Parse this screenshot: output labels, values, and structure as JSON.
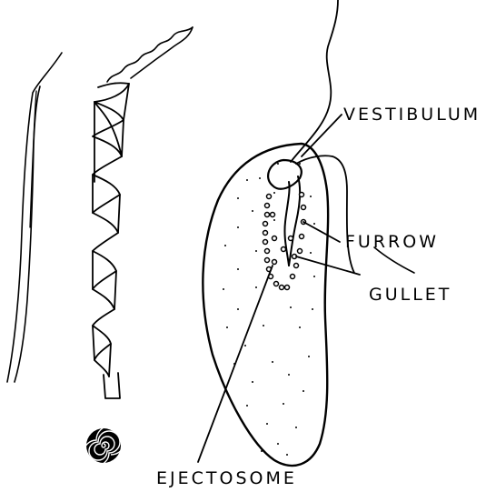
{
  "labels": {
    "vestibulum": "VESTIBULUM",
    "furrow": "FURROW",
    "gullet": "GULLET",
    "ejectosome": "EJECTOSOME"
  }
}
